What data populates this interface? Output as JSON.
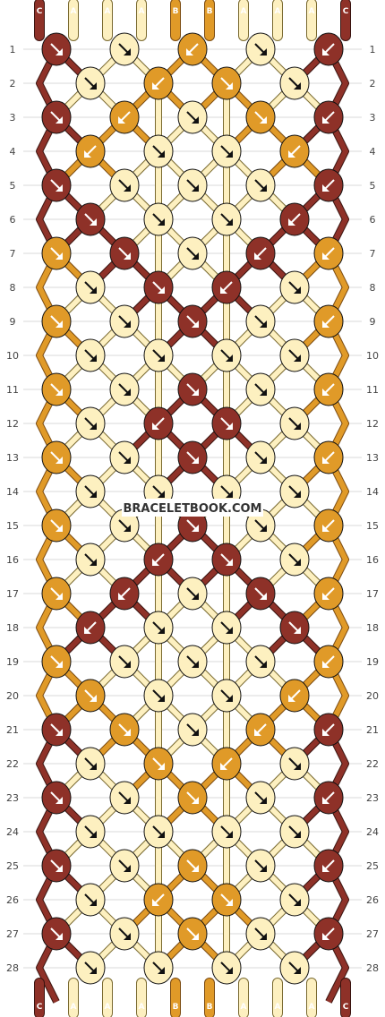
{
  "site": "BRACELETBOOK.COM",
  "colors": {
    "A": "#fdf0c0",
    "B": "#e09a28",
    "C": "#8e3128"
  },
  "strings_top": [
    "C",
    "A",
    "A",
    "A",
    "B",
    "B",
    "A",
    "A",
    "A",
    "C"
  ],
  "strings_bottom": [
    "C",
    "A",
    "A",
    "A",
    "B",
    "B",
    "A",
    "A",
    "A",
    "C"
  ],
  "rows": [
    "1",
    "2",
    "3",
    "4",
    "5",
    "6",
    "7",
    "8",
    "9",
    "10",
    "11",
    "12",
    "13",
    "14",
    "15",
    "16",
    "17",
    "18",
    "19",
    "20",
    "21",
    "22",
    "23",
    "24",
    "25",
    "26",
    "27",
    "28"
  ],
  "knots": [
    [
      {
        "c": "C",
        "d": "r"
      },
      {
        "c": "A",
        "d": "r"
      },
      {
        "c": "B",
        "d": "l"
      },
      {
        "c": "A",
        "d": "r"
      },
      {
        "c": "C",
        "d": "l"
      }
    ],
    [
      {
        "c": "A",
        "d": "r"
      },
      {
        "c": "B",
        "d": "l"
      },
      {
        "c": "B",
        "d": "r"
      },
      {
        "c": "A",
        "d": "r"
      }
    ],
    [
      {
        "c": "C",
        "d": "r"
      },
      {
        "c": "B",
        "d": "l"
      },
      {
        "c": "A",
        "d": "r"
      },
      {
        "c": "B",
        "d": "r"
      },
      {
        "c": "C",
        "d": "l"
      }
    ],
    [
      {
        "c": "B",
        "d": "l"
      },
      {
        "c": "A",
        "d": "r"
      },
      {
        "c": "A",
        "d": "r"
      },
      {
        "c": "B",
        "d": "l"
      }
    ],
    [
      {
        "c": "C",
        "d": "r"
      },
      {
        "c": "A",
        "d": "r"
      },
      {
        "c": "A",
        "d": "r"
      },
      {
        "c": "A",
        "d": "r"
      },
      {
        "c": "C",
        "d": "l"
      }
    ],
    [
      {
        "c": "C",
        "d": "r"
      },
      {
        "c": "A",
        "d": "r"
      },
      {
        "c": "A",
        "d": "r"
      },
      {
        "c": "C",
        "d": "l"
      }
    ],
    [
      {
        "c": "B",
        "d": "r"
      },
      {
        "c": "C",
        "d": "r"
      },
      {
        "c": "A",
        "d": "r"
      },
      {
        "c": "C",
        "d": "l"
      },
      {
        "c": "B",
        "d": "l"
      }
    ],
    [
      {
        "c": "A",
        "d": "r"
      },
      {
        "c": "C",
        "d": "r"
      },
      {
        "c": "C",
        "d": "l"
      },
      {
        "c": "A",
        "d": "r"
      }
    ],
    [
      {
        "c": "B",
        "d": "r"
      },
      {
        "c": "A",
        "d": "r"
      },
      {
        "c": "C",
        "d": "r"
      },
      {
        "c": "A",
        "d": "r"
      },
      {
        "c": "B",
        "d": "l"
      }
    ],
    [
      {
        "c": "A",
        "d": "r"
      },
      {
        "c": "A",
        "d": "r"
      },
      {
        "c": "A",
        "d": "r"
      },
      {
        "c": "A",
        "d": "r"
      }
    ],
    [
      {
        "c": "B",
        "d": "r"
      },
      {
        "c": "A",
        "d": "r"
      },
      {
        "c": "C",
        "d": "r"
      },
      {
        "c": "A",
        "d": "r"
      },
      {
        "c": "B",
        "d": "l"
      }
    ],
    [
      {
        "c": "A",
        "d": "r"
      },
      {
        "c": "C",
        "d": "l"
      },
      {
        "c": "C",
        "d": "r"
      },
      {
        "c": "A",
        "d": "r"
      }
    ],
    [
      {
        "c": "B",
        "d": "r"
      },
      {
        "c": "A",
        "d": "r"
      },
      {
        "c": "C",
        "d": "r"
      },
      {
        "c": "A",
        "d": "r"
      },
      {
        "c": "B",
        "d": "l"
      }
    ],
    [
      {
        "c": "A",
        "d": "r"
      },
      {
        "c": "A",
        "d": "r"
      },
      {
        "c": "A",
        "d": "r"
      },
      {
        "c": "A",
        "d": "r"
      }
    ],
    [
      {
        "c": "B",
        "d": "r"
      },
      {
        "c": "A",
        "d": "r"
      },
      {
        "c": "C",
        "d": "r"
      },
      {
        "c": "A",
        "d": "r"
      },
      {
        "c": "B",
        "d": "l"
      }
    ],
    [
      {
        "c": "A",
        "d": "r"
      },
      {
        "c": "C",
        "d": "l"
      },
      {
        "c": "C",
        "d": "r"
      },
      {
        "c": "A",
        "d": "r"
      }
    ],
    [
      {
        "c": "B",
        "d": "r"
      },
      {
        "c": "C",
        "d": "l"
      },
      {
        "c": "A",
        "d": "r"
      },
      {
        "c": "C",
        "d": "r"
      },
      {
        "c": "B",
        "d": "l"
      }
    ],
    [
      {
        "c": "C",
        "d": "l"
      },
      {
        "c": "A",
        "d": "r"
      },
      {
        "c": "A",
        "d": "r"
      },
      {
        "c": "C",
        "d": "r"
      }
    ],
    [
      {
        "c": "B",
        "d": "r"
      },
      {
        "c": "A",
        "d": "r"
      },
      {
        "c": "A",
        "d": "r"
      },
      {
        "c": "A",
        "d": "r"
      },
      {
        "c": "B",
        "d": "l"
      }
    ],
    [
      {
        "c": "B",
        "d": "r"
      },
      {
        "c": "A",
        "d": "r"
      },
      {
        "c": "A",
        "d": "r"
      },
      {
        "c": "B",
        "d": "l"
      }
    ],
    [
      {
        "c": "C",
        "d": "r"
      },
      {
        "c": "B",
        "d": "r"
      },
      {
        "c": "A",
        "d": "r"
      },
      {
        "c": "B",
        "d": "l"
      },
      {
        "c": "C",
        "d": "l"
      }
    ],
    [
      {
        "c": "A",
        "d": "r"
      },
      {
        "c": "B",
        "d": "r"
      },
      {
        "c": "B",
        "d": "l"
      },
      {
        "c": "A",
        "d": "r"
      }
    ],
    [
      {
        "c": "C",
        "d": "r"
      },
      {
        "c": "A",
        "d": "r"
      },
      {
        "c": "B",
        "d": "r"
      },
      {
        "c": "A",
        "d": "r"
      },
      {
        "c": "C",
        "d": "l"
      }
    ],
    [
      {
        "c": "A",
        "d": "r"
      },
      {
        "c": "A",
        "d": "r"
      },
      {
        "c": "A",
        "d": "r"
      },
      {
        "c": "A",
        "d": "r"
      }
    ],
    [
      {
        "c": "C",
        "d": "r"
      },
      {
        "c": "A",
        "d": "r"
      },
      {
        "c": "B",
        "d": "r"
      },
      {
        "c": "A",
        "d": "r"
      },
      {
        "c": "C",
        "d": "l"
      }
    ],
    [
      {
        "c": "A",
        "d": "r"
      },
      {
        "c": "B",
        "d": "l"
      },
      {
        "c": "B",
        "d": "r"
      },
      {
        "c": "A",
        "d": "r"
      }
    ],
    [
      {
        "c": "C",
        "d": "r"
      },
      {
        "c": "A",
        "d": "r"
      },
      {
        "c": "B",
        "d": "r"
      },
      {
        "c": "A",
        "d": "r"
      },
      {
        "c": "C",
        "d": "l"
      }
    ],
    [
      {
        "c": "A",
        "d": "r"
      },
      {
        "c": "A",
        "d": "r"
      },
      {
        "c": "A",
        "d": "r"
      },
      {
        "c": "A",
        "d": "r"
      }
    ]
  ]
}
